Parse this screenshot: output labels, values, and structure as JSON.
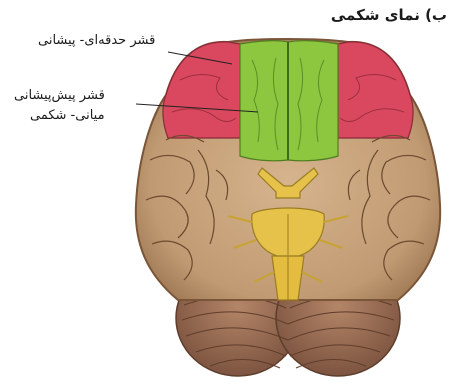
{
  "panel": {
    "title": "ب) نمای شکمی"
  },
  "labels": {
    "orbitofrontal": "قشر حدقه‌ای- پیشانی",
    "vmpfc_line1": "قشر پیش‌پیشانی",
    "vmpfc_line2": "میانی- شکمی"
  },
  "colors": {
    "orbitofrontal_region": "#d9485e",
    "ventromedial_region": "#8dc63f",
    "brain_tissue": "#c9a37d",
    "brain_tissue_dark": "#9c7652",
    "sulcus_line": "#6b4a30",
    "brainstem": "#e6c24a",
    "cerebellum": "#9b6f56",
    "leader_line": "#222222"
  }
}
